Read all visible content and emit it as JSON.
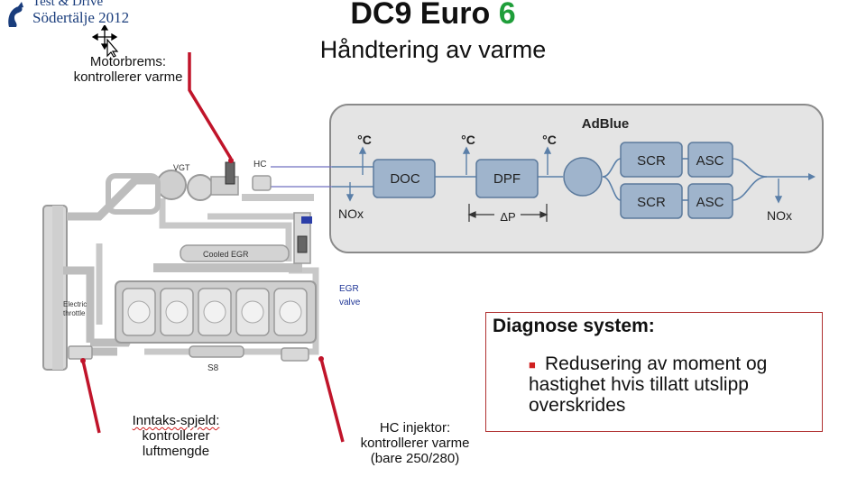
{
  "logo": {
    "line1": "Test & Drive",
    "line2": "Södertälje 2012"
  },
  "title": {
    "main": "DC9 Euro",
    "number": "6"
  },
  "subtitle": "Håndtering av varme",
  "notes": {
    "motorbrems": {
      "line1": "Motorbrems:",
      "line2": "kontrollerer varme"
    },
    "inntak": {
      "line1": "Inntaks-spjeld:",
      "line2": "kontrollerer",
      "line3": "luftmengde"
    },
    "hc": {
      "line1": "HC injektor:",
      "line2": "kontrollerer varme",
      "line3": "(bare 250/280)"
    }
  },
  "engine": {
    "vgt": "VGT",
    "hc": "HC",
    "cooled_egr": "Cooled EGR",
    "electric_throttle_1": "Electric",
    "electric_throttle_2": "throttle",
    "egr_valve_1": "EGR",
    "egr_valve_2": "valve",
    "s8": "S8"
  },
  "aftertreatment": {
    "temp_label": "°C",
    "nox_label": "NOx",
    "doc": "DOC",
    "dpf": "DPF",
    "adblue": "AdBlue",
    "scr": "SCR",
    "asc": "ASC",
    "delta_p": "ΔP"
  },
  "diagnose": {
    "heading": "Diagnose system:",
    "bullet": "Redusering av moment og hastighet hvis tillatt utslipp overskrides"
  },
  "colors": {
    "accent_red": "#c0142a",
    "title_green": "#1f9e3a",
    "box_blue": "#9fb4cc",
    "panel_gray": "#e4e4e4"
  },
  "icons": {
    "pointer": "move-cursor-icon",
    "logo": "griffin-logo-icon"
  }
}
